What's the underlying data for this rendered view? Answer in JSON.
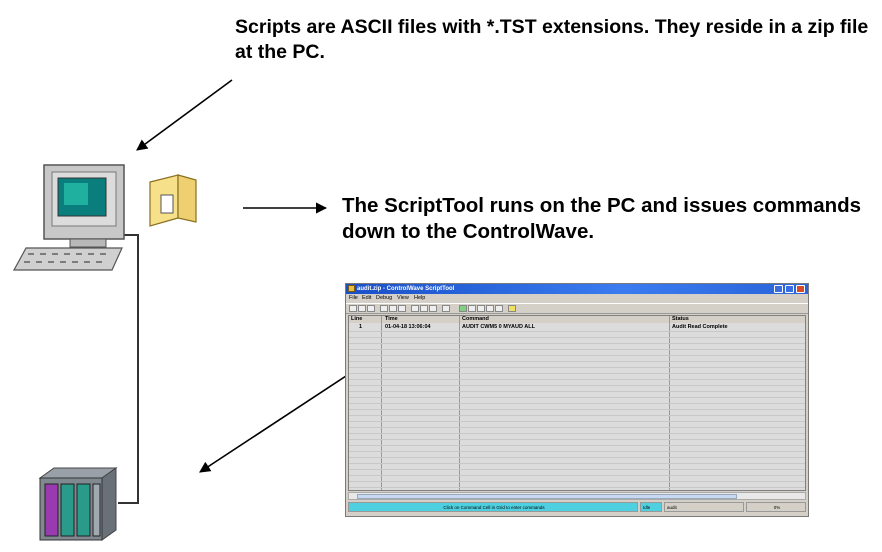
{
  "captions": {
    "scripts": "Scripts are ASCII files with *.TST extensions. They reside in a zip file at the PC.",
    "scripttool": "The ScriptTool runs on the PC and issues commands down to the ControlWave."
  },
  "window": {
    "title": "audit.zip - ControlWave ScriptTool",
    "menu": [
      "File",
      "Edit",
      "Debug",
      "View",
      "Help"
    ],
    "columns": [
      "Line",
      "Time",
      "Command",
      "Status"
    ],
    "rows": [
      {
        "line": "1",
        "time": "01-04-18 13:06:04",
        "command": "AUDIT CWM5 0 MYAUD ALL",
        "status": "Audit Read Complete"
      }
    ],
    "status": {
      "message": "Click on Command Cell in Grid to enter commands",
      "state": "Idle",
      "file": "audit",
      "count": "0%"
    }
  },
  "icons": [
    "computer-icon",
    "folder-icon",
    "controlwave-rack-icon"
  ]
}
